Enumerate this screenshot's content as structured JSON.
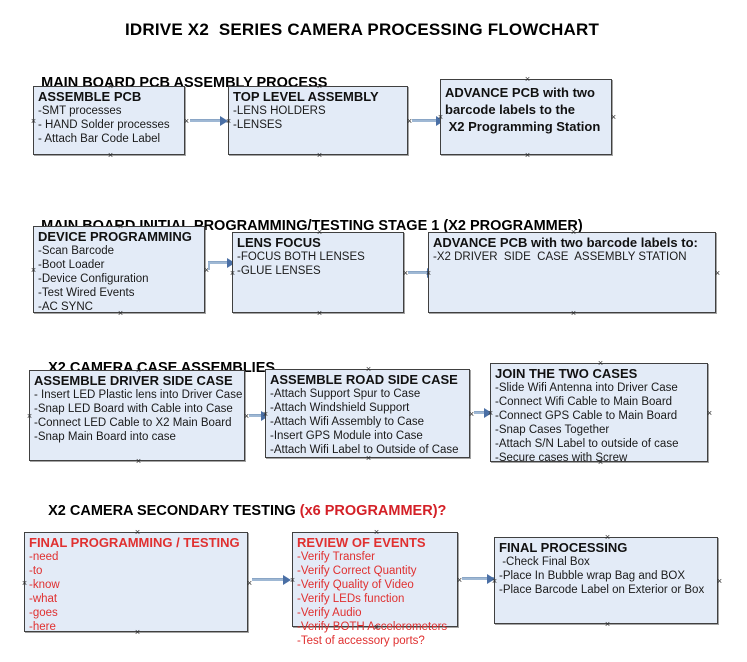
{
  "title": "IDRIVE X2  SERIES CAMERA PROCESSING FLOWCHART",
  "sections": [
    {
      "id": "main-board-pcb-assembly",
      "heading": "MAIN BOARD PCB ASSEMBLY PROCESS",
      "heading_accent": "",
      "nodes": [
        {
          "id": "assemble-pcb",
          "title": "ASSEMBLE PCB",
          "lines": [
            "-SMT processes",
            "- HAND Solder processes",
            "- Attach Bar Code Label"
          ]
        },
        {
          "id": "top-level-assembly",
          "title": "TOP LEVEL ASSEMBLY",
          "lines": [
            "-LENS HOLDERS",
            "-LENSES"
          ]
        },
        {
          "id": "advance-pcb-to-x2-programming-station",
          "title": "ADVANCE PCB with two\nbarcode labels to the\n X2 Programming Station",
          "lines": []
        }
      ]
    },
    {
      "id": "main-board-initial-programming",
      "heading": "MAIN BOARD INITIAL PROGRAMMING/TESTING STAGE 1 (X2 PROGRAMMER)",
      "heading_accent": "",
      "nodes": [
        {
          "id": "device-programming",
          "title": "DEVICE PROGRAMMING",
          "lines": [
            "-Scan Barcode",
            "-Boot Loader",
            "-Device Configuration",
            "-Test Wired Events",
            "-AC SYNC"
          ]
        },
        {
          "id": "lens-focus",
          "title": "LENS FOCUS",
          "lines": [
            "-FOCUS BOTH LENSES",
            "-GLUE LENSES"
          ]
        },
        {
          "id": "advance-pcb-to-driver-side-case",
          "title": "ADVANCE PCB with two barcode labels to:",
          "lines": [
            "-X2 DRIVER  SIDE  CASE  ASSEMBLY STATION"
          ]
        }
      ]
    },
    {
      "id": "x2-camera-case-assemblies",
      "heading": "X2 CAMERA CASE ASSEMBLIES",
      "heading_accent": "",
      "nodes": [
        {
          "id": "assemble-driver-side-case",
          "title": "ASSEMBLE DRIVER SIDE CASE",
          "lines": [
            "- Insert LED Plastic lens into Driver Case",
            "-Snap LED Board with Cable into Case",
            "-Connect LED Cable to X2 Main Board",
            "-Snap Main Board into case"
          ]
        },
        {
          "id": "assemble-road-side-case",
          "title": "ASSEMBLE ROAD SIDE CASE",
          "lines": [
            "-Attach Support Spur to Case",
            "-Attach Windshield Support",
            "-Attach Wifi Assembly to Case",
            "-Insert GPS Module into Case",
            "-Attach Wifi Label to Outside of Case"
          ]
        },
        {
          "id": "join-the-two-cases",
          "title": "JOIN THE TWO CASES",
          "lines": [
            "-Slide Wifi Antenna into Driver Case",
            "-Connect Wifi Cable to Main Board",
            "-Connect GPS Cable to Main Board",
            "-Snap Cases Together",
            "-Attach S/N Label to outside of case",
            "-Secure cases with Screw"
          ]
        }
      ]
    },
    {
      "id": "x2-camera-secondary-testing",
      "heading": "X2 CAMERA SECONDARY TESTING ",
      "heading_accent": "(x6 PROGRAMMER)?",
      "nodes": [
        {
          "id": "final-programming-testing",
          "title": "FINAL PROGRAMMING / TESTING",
          "lines": [
            "-need",
            "-to",
            "-know",
            "-what",
            "-goes",
            "-here"
          ]
        },
        {
          "id": "review-of-events",
          "title": "REVIEW OF EVENTS",
          "lines": [
            "-Verify Transfer",
            "-Verify Correct Quantity",
            "-Verify Quality of Video",
            "-Verify LEDs function",
            "-Verify Audio",
            "-Verify BOTH Accelerometers",
            "-Test of accessory ports?"
          ]
        },
        {
          "id": "final-processing",
          "title": "FINAL PROCESSING",
          "lines": [
            " -Check Final Box",
            "-Place In Bubble wrap Bag and BOX",
            "-Place Barcode Label on Exterior or Box"
          ]
        }
      ]
    }
  ],
  "colors": {
    "node_fill": "#e3ebf7",
    "node_border": "#404040",
    "connector": "#9fb8d4",
    "arrow": "#4a6fa5",
    "accent_red": "#e03030",
    "heading_red": "#d42027",
    "text": "#111111"
  }
}
